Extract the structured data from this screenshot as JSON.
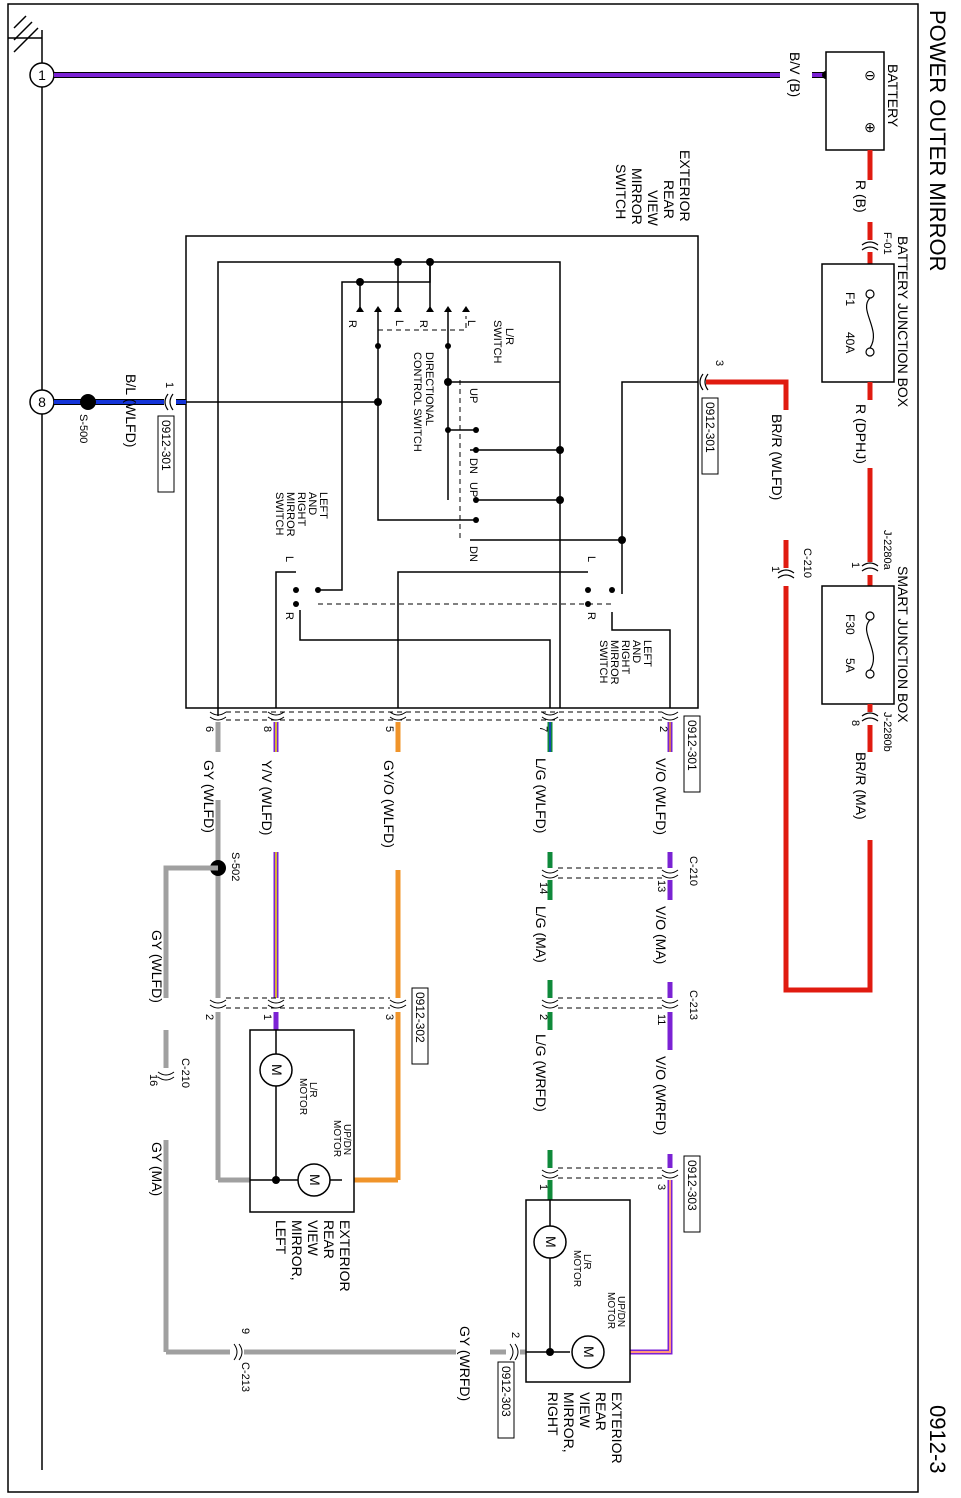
{
  "page": {
    "title": "POWER OUTER MIRROR",
    "number": "0912-3"
  },
  "components": {
    "ground_top": "1",
    "ground_bottom": "8",
    "battery": "BATTERY",
    "battery_minus": "⊖",
    "battery_plus": "⊕",
    "bjb": "BATTERY JUNCTION BOX",
    "bjb_conn": "F-01",
    "fuse1_name": "F1",
    "fuse1_rating": "40A",
    "sjb": "SMART JUNCTION BOX",
    "sjb_conn_a": "J-2280a",
    "sjb_conn_b": "J-2280b",
    "sjb_pin_a": "1",
    "sjb_pin_b": "8",
    "fuse2_name": "F30",
    "fuse2_rating": "5A",
    "switch_lines": [
      "EXTERIOR",
      "REAR",
      "VIEW",
      "MIRROR",
      "SWITCH"
    ],
    "lr_switch_lines": [
      "L/R",
      "SWITCH"
    ],
    "dir_switch_lines": [
      "DIRECTIONAL",
      "CONTROL SWITCH"
    ],
    "lr_mirror_switch_lines": [
      "LEFT",
      "AND",
      "RIGHT",
      "MIRROR",
      "SWITCH"
    ],
    "mirror_left_lines": [
      "EXTERIOR",
      "REAR",
      "VIEW",
      "MIRROR,",
      "LEFT"
    ],
    "mirror_right_lines": [
      "EXTERIOR",
      "REAR",
      "VIEW",
      "MIRROR,",
      "RIGHT"
    ],
    "lr_motor_lines": [
      "L/R",
      "MOTOR"
    ],
    "updn_motor_lines": [
      "UP/DN",
      "MOTOR"
    ],
    "motor_symbol": "M",
    "splice_s500": "S-500",
    "splice_s502": "S-502"
  },
  "switch_labels": {
    "l": "L",
    "r": "R",
    "up": "UP",
    "dn": "DN"
  },
  "wires": {
    "bv": "B/V (B)",
    "rb": "R (B)",
    "rdphj": "R (DPHJ)",
    "brr_ma": "BR/R (MA)",
    "brr_wlfd": "BR/R (WLFD)",
    "bl_wlfd": "B/L (WLFD)",
    "gy_wlfd": "GY (WLFD)",
    "yv_wlfd": "Y/V (WLFD)",
    "gyo_wlfd": "GY/O (WLFD)",
    "lg_wlfd": "L/G (WLFD)",
    "vo_wlfd": "V/O (WLFD)",
    "lg_ma": "L/G (MA)",
    "vo_ma": "V/O (MA)",
    "lg_wrfd": "L/G (WRFD)",
    "vo_wrfd": "V/O (WRFD)",
    "gy_wlfd_2": "GY (WLFD)",
    "gy_ma": "GY (MA)",
    "gy_wrfd": "GY (WRFD)"
  },
  "connectors": {
    "c0912_301_top": "0912-301",
    "c0912_301_left": "0912-301",
    "c0912_301_bottom": "0912-301",
    "c0912_302": "0912-302",
    "c0912_303_top": "0912-303",
    "c0912_303_bottom": "0912-303",
    "c210_a": "C-210",
    "c210_b": "C-210",
    "c210_c": "C-210",
    "c213_a": "C-213",
    "c213_b": "C-213"
  },
  "pins": {
    "p3": "3",
    "p1": "1",
    "p1b": "1",
    "p6": "6",
    "p8": "8",
    "p5": "5",
    "p7": "7",
    "p2": "2",
    "p13": "13",
    "p14": "14",
    "p11": "11",
    "p2b": "2",
    "p2c": "2",
    "p1c": "1",
    "p3b": "3",
    "p1d": "1",
    "p3c": "3",
    "p16": "16",
    "p9": "9",
    "p2d": "2"
  },
  "colors": {
    "violet": "#7b22d4",
    "blue": "#1434d8",
    "red": "#e01b10",
    "gray": "#a0a0a0",
    "orange": "#f0942a",
    "green": "#0f8a3a",
    "yellow": "#f5e400",
    "pink": "#ff9a7a"
  }
}
